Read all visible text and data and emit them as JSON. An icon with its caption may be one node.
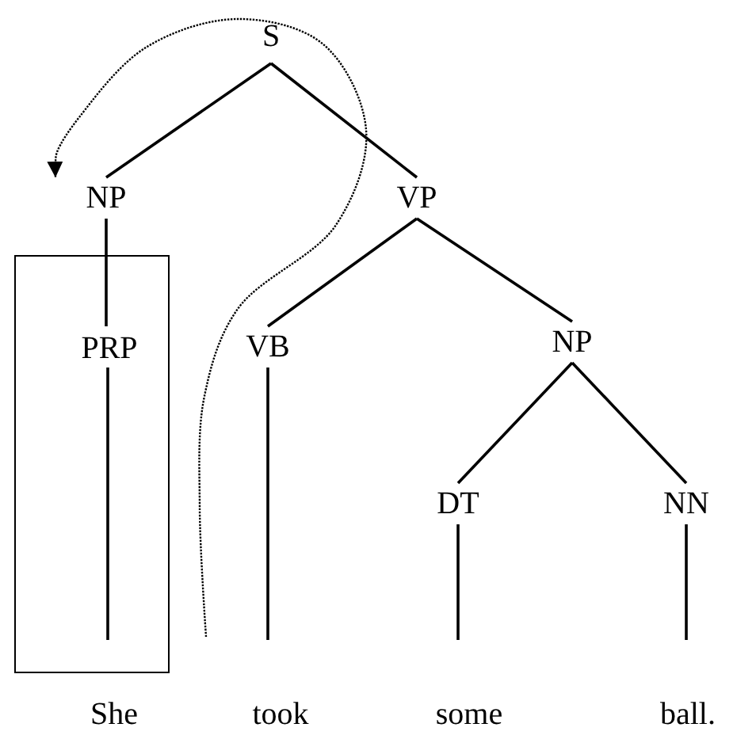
{
  "diagram": {
    "nodes": [
      {
        "text": [
          "S"
        ]
      },
      {
        "text": [
          "NP"
        ]
      },
      {
        "text": [
          "VP"
        ]
      },
      {
        "text": [],
        "shape": "box"
      },
      {
        "text": [
          "PRP"
        ],
        "in": 3
      },
      {
        "text": [
          "VB"
        ]
      },
      {
        "text": [
          "NP"
        ]
      },
      {
        "text": [
          "DT"
        ]
      },
      {
        "text": [
          "NN"
        ]
      },
      {
        "text": [
          "She"
        ]
      },
      {
        "text": [
          "took"
        ]
      },
      {
        "text": [
          "some"
        ]
      },
      {
        "text": [
          "ball."
        ]
      }
    ],
    "edges": [
      {
        "from": 0,
        "to": 1,
        "arrow": "none"
      },
      {
        "from": 0,
        "to": 2,
        "arrow": "none"
      },
      {
        "from": 1,
        "to": 4,
        "arrow": "none"
      },
      {
        "from": 2,
        "to": 5,
        "arrow": "none"
      },
      {
        "from": 2,
        "to": 6,
        "arrow": "none"
      },
      {
        "from": 6,
        "to": 7,
        "arrow": "none"
      },
      {
        "from": 6,
        "to": 8,
        "arrow": "none"
      },
      {
        "from": 4,
        "to": 9,
        "arrow": "none"
      },
      {
        "from": 5,
        "to": 10,
        "arrow": "none"
      },
      {
        "from": 7,
        "to": 11,
        "arrow": "none"
      },
      {
        "from": 8,
        "to": 12,
        "arrow": "none"
      },
      {
        "from": null,
        "to": 1,
        "arrow": "to",
        "style": "dashed"
      }
    ]
  }
}
